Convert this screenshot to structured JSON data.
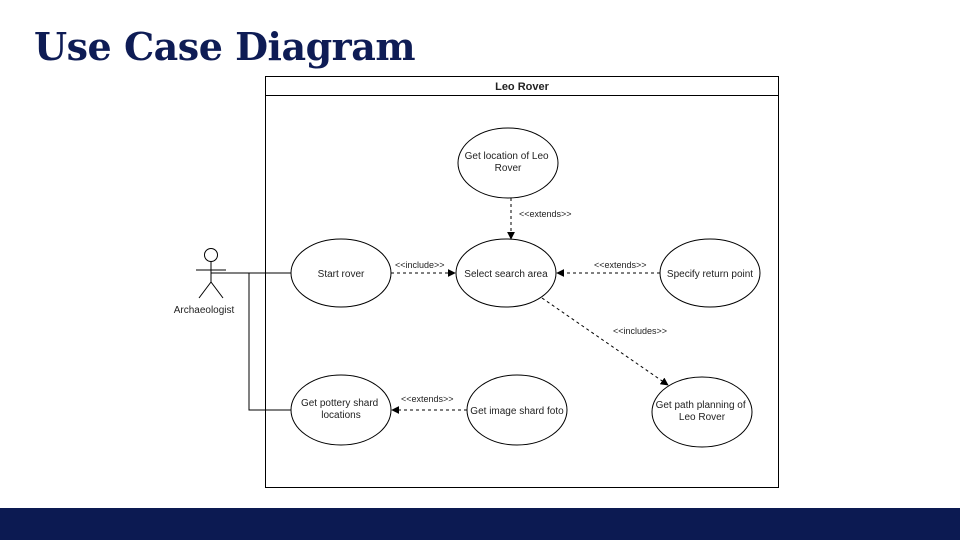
{
  "slide": {
    "title": "Use Case Diagram"
  },
  "diagram": {
    "system_boundary": "Leo Rover",
    "actor": "Archaeologist",
    "use_cases": {
      "get_location": [
        "Get location of Leo",
        "Rover"
      ],
      "start_rover": [
        "Start rover"
      ],
      "select_search_area": [
        "Select search area"
      ],
      "specify_return_point": [
        "Specify return point"
      ],
      "get_path_planning": [
        "Get path planning of",
        "Leo Rover"
      ],
      "get_pottery_shard": [
        "Get pottery shard",
        "locations"
      ],
      "get_image_shard": [
        "Get image shard foto"
      ]
    },
    "relations": {
      "extends_location": "<<extends>>",
      "include_start": "<<include>>",
      "extends_return": "<<extends>>",
      "includes_path": "<<includes>>",
      "extends_image": "<<extends>>"
    }
  },
  "colors": {
    "title": "#0e1c55",
    "footer": "#0c1a52",
    "stroke": "#000000"
  }
}
